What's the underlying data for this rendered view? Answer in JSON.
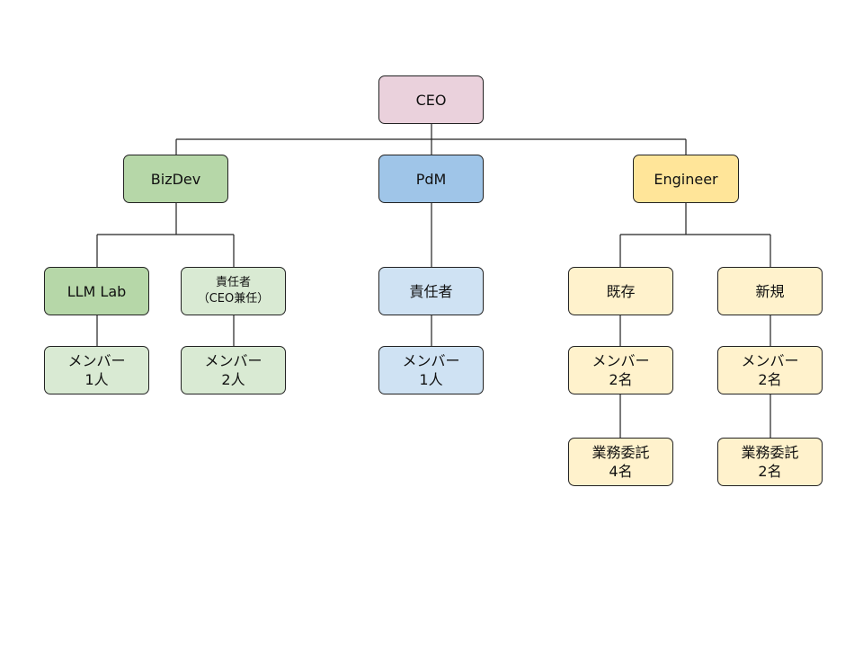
{
  "org_chart": {
    "ceo": {
      "label": "CEO",
      "color": "#ead1dc"
    },
    "bizdev": {
      "label": "BizDev",
      "color": "#b6d7a8",
      "llm_lab": {
        "label": "LLM Lab",
        "color": "#b6d7a8",
        "member": {
          "line1": "メンバー",
          "line2": "1人"
        }
      },
      "lead": {
        "line1": "責任者",
        "line2": "（CEO兼任）",
        "color": "#d9ead3",
        "member": {
          "line1": "メンバー",
          "line2": "2人"
        }
      }
    },
    "pdm": {
      "label": "PdM",
      "color": "#9fc5e8",
      "lead": {
        "label": "責任者",
        "color": "#cfe2f3",
        "member": {
          "line1": "メンバー",
          "line2": "1人"
        }
      }
    },
    "engineer": {
      "label": "Engineer",
      "color": "#ffe599",
      "existing": {
        "label": "既存",
        "color": "#fff2cc",
        "member": {
          "line1": "メンバー",
          "line2": "2名"
        },
        "contract": {
          "line1": "業務委託",
          "line2": "4名"
        }
      },
      "new": {
        "label": "新規",
        "color": "#fff2cc",
        "member": {
          "line1": "メンバー",
          "line2": "2名"
        },
        "contract": {
          "line1": "業務委託",
          "line2": "2名"
        }
      }
    }
  }
}
